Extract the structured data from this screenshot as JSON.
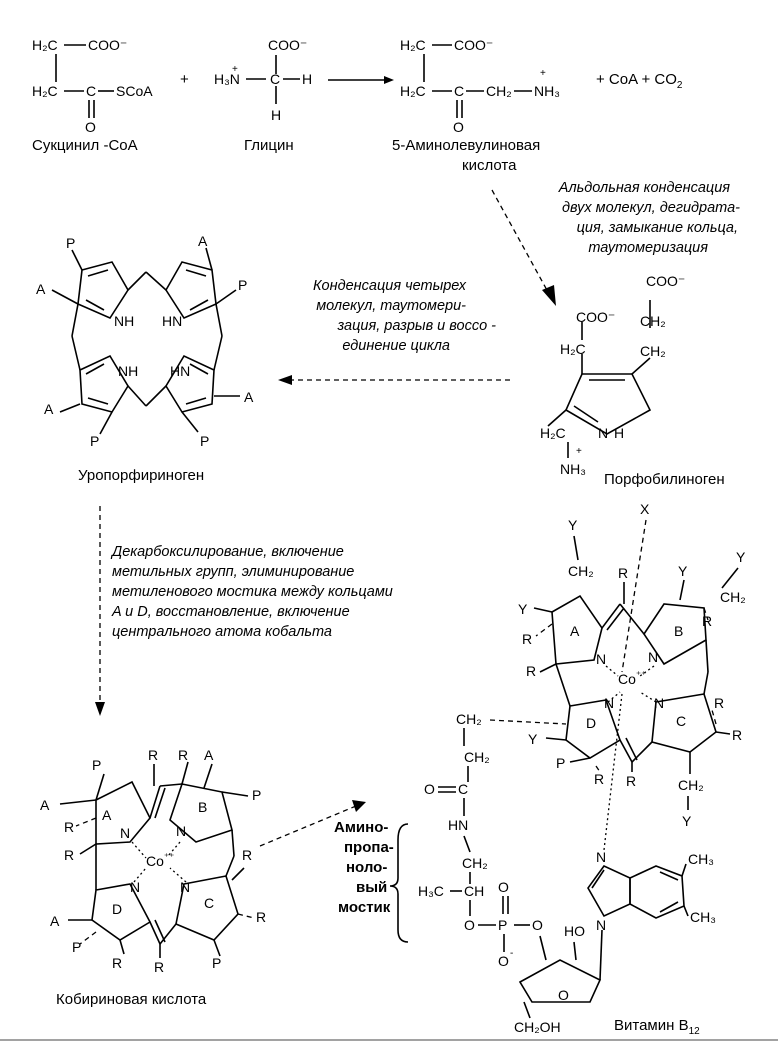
{
  "labels": {
    "succinyl": "Сукцинил -CoA",
    "glycine": "Глицин",
    "ala_1": "5-Аминолевулиновая",
    "ala_2": "кислота",
    "coa_co2": "+ CoA + CO",
    "co2_sub": "2",
    "plus": "+",
    "uroporph": "Уропорфириноген",
    "porphobil": "Порфобилиноген",
    "cobyrinic": "Кобириновая кислота",
    "vitamin": "Витамин B",
    "vitamin_sub": "12"
  },
  "notes": {
    "step1": [
      "Альдольная конденсация",
      "двух молекул, дегидрата-",
      "ция, замыкание кольца,",
      "таутомеризация"
    ],
    "step2": [
      "Конденсация четырех",
      "молекул, таутомери-",
      "зация, разрыв и воссо -",
      "единение цикла"
    ],
    "step3": [
      "Декарбоксилирование, включение",
      "метильных групп, элиминирование",
      "метиленового мостика между кольцами",
      "A и D, восстановление, включение",
      "центрального атома кобальта"
    ],
    "bridge": [
      "Амино-",
      "пропа-",
      "ноло-",
      "вый",
      "мостик"
    ]
  },
  "atoms": {
    "H2C": "H₂C",
    "CH2": "CH₂",
    "COO": "COO⁻",
    "SCoA": "SCoA",
    "C": "C",
    "O": "O",
    "H3N": "H₃N",
    "NH3": "NH₃",
    "H": "H",
    "N": "N",
    "NH": "NH",
    "HN": "HN",
    "P": "P",
    "A": "A",
    "R": "R",
    "X": "X",
    "Y": "Y",
    "Co": "Co",
    "Coplus": "⁺⁺",
    "CH3": "CH₃",
    "HO": "HO",
    "CH2OH": "CH₂OH",
    "H3C": "H₃C",
    "CH": "CH",
    "ring_A": "A",
    "ring_B": "B",
    "ring_C": "C",
    "ring_D": "D"
  }
}
